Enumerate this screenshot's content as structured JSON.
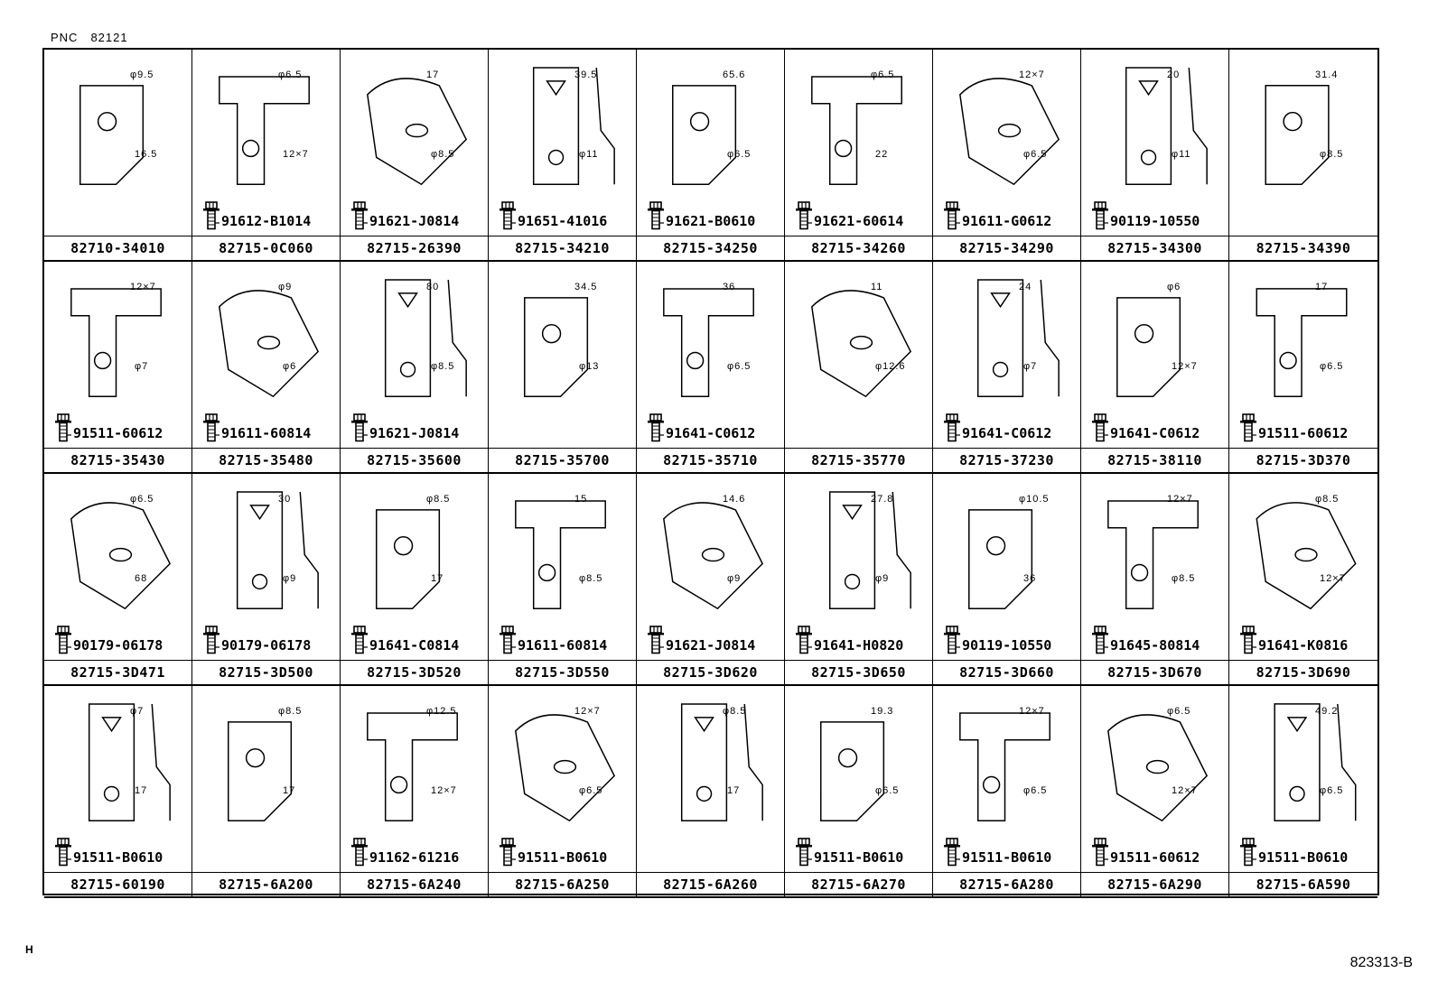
{
  "header": {
    "pnc_label": "PNC",
    "pnc_value": "82121"
  },
  "rows": [
    {
      "cells": [
        {
          "part": "82710-34010",
          "bolt": "",
          "dims": [
            "φ9.5",
            "16.5"
          ]
        },
        {
          "part": "82715-0C060",
          "bolt": "91612-B1014",
          "dims": [
            "φ6.5",
            "12×7"
          ]
        },
        {
          "part": "82715-26390",
          "bolt": "91621-J0814",
          "dims": [
            "17",
            "φ8.5"
          ]
        },
        {
          "part": "82715-34210",
          "bolt": "91651-41016",
          "dims": [
            "39.5",
            "φ11"
          ]
        },
        {
          "part": "82715-34250",
          "bolt": "91621-B0610",
          "dims": [
            "65.6",
            "φ6.5"
          ]
        },
        {
          "part": "82715-34260",
          "bolt": "91621-60614",
          "dims": [
            "φ6.5",
            "22"
          ]
        },
        {
          "part": "82715-34290",
          "bolt": "91611-G0612",
          "dims": [
            "12×7",
            "φ6.5"
          ]
        },
        {
          "part": "82715-34300",
          "bolt": "90119-10550",
          "dims": [
            "20",
            "φ11"
          ]
        },
        {
          "part": "82715-34390",
          "bolt": "",
          "dims": [
            "31.4",
            "φ8.5"
          ]
        }
      ]
    },
    {
      "cells": [
        {
          "part": "82715-35430",
          "bolt": "91511-60612",
          "dims": [
            "12×7",
            "φ7"
          ]
        },
        {
          "part": "82715-35480",
          "bolt": "91611-60814",
          "dims": [
            "φ9",
            "φ6"
          ]
        },
        {
          "part": "82715-35600",
          "bolt": "91621-J0814",
          "dims": [
            "80",
            "φ8.5"
          ]
        },
        {
          "part": "82715-35700",
          "bolt": "",
          "dims": [
            "34.5",
            "φ13"
          ]
        },
        {
          "part": "82715-35710",
          "bolt": "91641-C0612",
          "dims": [
            "36",
            "φ6.5"
          ]
        },
        {
          "part": "82715-35770",
          "bolt": "",
          "dims": [
            "11",
            "φ12.6"
          ]
        },
        {
          "part": "82715-37230",
          "bolt": "91641-C0612",
          "dims": [
            "24",
            "φ7"
          ]
        },
        {
          "part": "82715-38110",
          "bolt": "91641-C0612",
          "dims": [
            "φ6",
            "12×7"
          ]
        },
        {
          "part": "82715-3D370",
          "bolt": "91511-60612",
          "dims": [
            "17",
            "φ6.5"
          ]
        }
      ]
    },
    {
      "cells": [
        {
          "part": "82715-3D471",
          "bolt": "90179-06178",
          "dims": [
            "φ6.5",
            "68"
          ]
        },
        {
          "part": "82715-3D500",
          "bolt": "90179-06178",
          "dims": [
            "30",
            "φ9"
          ]
        },
        {
          "part": "82715-3D520",
          "bolt": "91641-C0814",
          "dims": [
            "φ8.5",
            "17"
          ]
        },
        {
          "part": "82715-3D550",
          "bolt": "91611-60814",
          "dims": [
            "15",
            "φ8.5"
          ]
        },
        {
          "part": "82715-3D620",
          "bolt": "91621-J0814",
          "dims": [
            "14.6",
            "φ9"
          ]
        },
        {
          "part": "82715-3D650",
          "bolt": "91641-H0820",
          "dims": [
            "27.8",
            "φ9"
          ]
        },
        {
          "part": "82715-3D660",
          "bolt": "90119-10550",
          "dims": [
            "φ10.5",
            "36"
          ]
        },
        {
          "part": "82715-3D670",
          "bolt": "91645-80814",
          "dims": [
            "12×7",
            "φ8.5"
          ]
        },
        {
          "part": "82715-3D690",
          "bolt": "91641-K0816",
          "dims": [
            "φ8.5",
            "12×7"
          ]
        }
      ]
    },
    {
      "cells": [
        {
          "part": "82715-60190",
          "bolt": "91511-B0610",
          "dims": [
            "φ7",
            "17"
          ]
        },
        {
          "part": "82715-6A200",
          "bolt": "",
          "dims": [
            "φ8.5",
            "17"
          ]
        },
        {
          "part": "82715-6A240",
          "bolt": "91162-61216",
          "dims": [
            "φ12.5",
            "12×7"
          ]
        },
        {
          "part": "82715-6A250",
          "bolt": "91511-B0610",
          "dims": [
            "12×7",
            "φ6.5"
          ]
        },
        {
          "part": "82715-6A260",
          "bolt": "",
          "dims": [
            "φ8.5",
            "17"
          ]
        },
        {
          "part": "82715-6A270",
          "bolt": "91511-B0610",
          "dims": [
            "19.3",
            "φ6.5"
          ]
        },
        {
          "part": "82715-6A280",
          "bolt": "91511-B0610",
          "dims": [
            "12×7",
            "φ6.5"
          ]
        },
        {
          "part": "82715-6A290",
          "bolt": "91511-60612",
          "dims": [
            "φ6.5",
            "12×7"
          ]
        },
        {
          "part": "82715-6A590",
          "bolt": "91511-B0610",
          "dims": [
            "49.2",
            "φ6.5"
          ]
        }
      ]
    }
  ],
  "footer": {
    "left_mark": "H",
    "drawing_id": "823313-B"
  }
}
